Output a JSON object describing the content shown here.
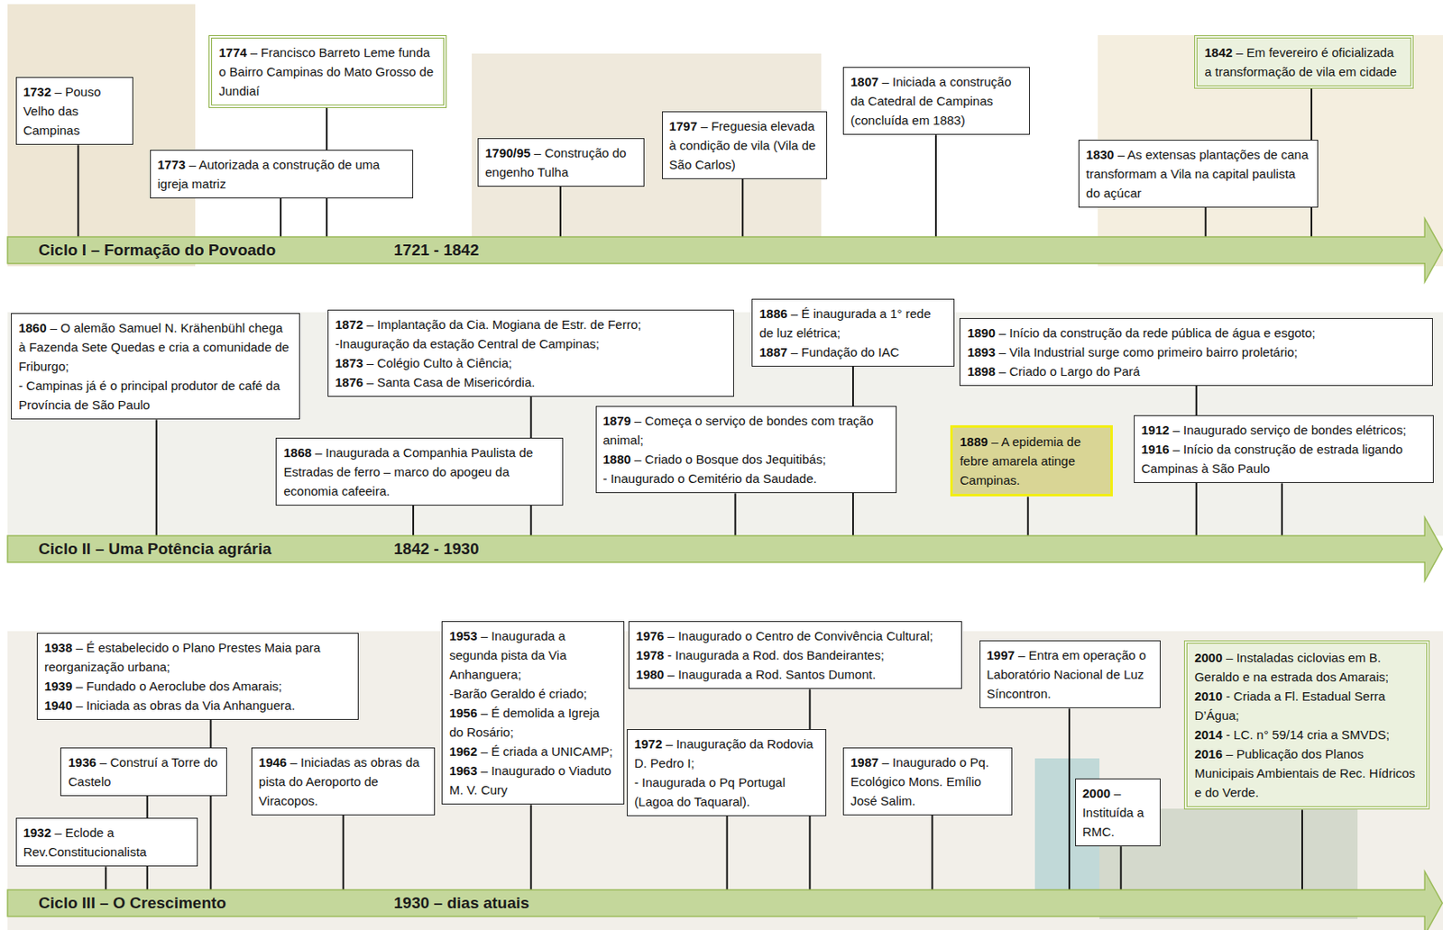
{
  "diagram": {
    "nodes": [
      {
        "text": [
          "1732 – Pouso Velho das Campinas"
        ]
      },
      {
        "text": [
          "1774 – Francisco Barreto Leme funda o Bairro Campinas do Mato Grosso de Jundiaí"
        ]
      },
      {
        "text": [
          "1773 – Autorizada a construção de uma igreja matriz"
        ]
      },
      {
        "text": [
          "1790/95 – Construção do engenho Tulha"
        ]
      },
      {
        "text": [
          "1797 – Freguesia elevada à condição de vila (Vila de São Carlos)"
        ]
      },
      {
        "text": [
          "1807 – Iniciada a construção da Catedral de Campinas (concluída em 1883)"
        ]
      },
      {
        "text": [
          "1830 – As extensas plantações de cana transformam a Vila na capital paulista do açúcar"
        ]
      },
      {
        "text": [
          "1842 – Em fevereiro é oficializada a transformação de vila em cidade"
        ]
      },
      {
        "text": [
          "Ciclo I – Formação do Povoado",
          "1721 - 1842"
        ]
      },
      {
        "text": [
          "1860 – O alemão Samuel N. Krähenbühl chega à Fazenda Sete Quedas e cria a comunidade de Friburgo;",
          "- Campinas já é o principal produtor de café da Província de São Paulo"
        ]
      },
      {
        "text": [
          "1872 – Implantação da Cia. Mogiana de Estr. de Ferro;",
          "-Inauguração da estação Central de Campinas;",
          "1873 – Colégio Culto à Ciência;",
          "1876 – Santa Casa de Misericórdia."
        ]
      },
      {
        "text": [
          "1868 – Inaugurada a Companhia Paulista de Estradas de ferro – marco do apogeu da economia cafeeira."
        ]
      },
      {
        "text": [
          "1886 – É inaugurada a 1° rede de luz elétrica;",
          "1887 – Fundação do IAC"
        ]
      },
      {
        "text": [
          "1879 – Começa o serviço de bondes com tração animal;",
          "1880 – Criado o Bosque dos Jequitibás;",
          "- Inaugurado o Cemitério da Saudade."
        ]
      },
      {
        "text": [
          "1889 – A epidemia de febre amarela atinge Campinas."
        ]
      },
      {
        "text": [
          "1890 – Início da construção da rede pública de água e esgoto;",
          "1893 – Vila Industrial surge como primeiro bairro proletário;",
          "1898 – Criado o Largo do Pará"
        ]
      },
      {
        "text": [
          "1912 – Inaugurado serviço de bondes elétricos;",
          "1916 – Início da construção de estrada ligando Campinas à São Paulo"
        ]
      },
      {
        "text": [
          "Ciclo II – Uma Potência agrária",
          "1842 - 1930"
        ]
      },
      {
        "text": [
          "1938 – É estabelecido o Plano Prestes Maia para reorganização urbana;",
          "1939 – Fundado o Aeroclube dos Amarais;",
          "1940 – Iniciada as obras da Via Anhanguera."
        ]
      },
      {
        "text": [
          "1936 – Construí a Torre do Castelo"
        ]
      },
      {
        "text": [
          "1932 – Eclode a Rev.Constitucionalista"
        ]
      },
      {
        "text": [
          "1946 – Iniciadas as obras da pista do Aeroporto de Viracopos."
        ]
      },
      {
        "text": [
          "1953 – Inaugurada a segunda pista da Via Anhanguera;",
          "-Barão Geraldo é criado;",
          "1956 – É demolida a Igreja do Rosário;",
          "1962 – É criada a UNICAMP;",
          "1963 – Inaugurado o Viaduto M. V. Cury"
        ]
      },
      {
        "text": [
          "1976 – Inaugurado o Centro de Convivência Cultural;",
          "1978 - Inaugurada a Rod. dos Bandeirantes;",
          "1980 – Inaugurada a Rod. Santos Dumont."
        ]
      },
      {
        "text": [
          "1972 – Inauguração da Rodovia D. Pedro I;",
          "- Inaugurada o Pq Portugal (Lagoa do Taquaral)."
        ]
      },
      {
        "text": [
          "1987 – Inaugurado o Pq. Ecológico Mons. Emílio José Salim."
        ]
      },
      {
        "text": [
          "1997 – Entra em operação o Laboratório Nacional de Luz Síncontron."
        ]
      },
      {
        "text": [
          "2000 – Instituída a RMC."
        ]
      },
      {
        "text": [
          "2000 – Instaladas ciclovias em B. Geraldo e na estrada dos Amarais;",
          "2010  - Criada a Fl. Estadual Serra D’Água;",
          "2014 - LC. n° 59/14 cria a SMVDS;",
          "2016 – Publicação dos Planos Municipais Ambientais de Rec. Hídricos e do Verde."
        ]
      },
      {
        "text": [
          "Ciclo III – O Crescimento",
          "1930 – dias atuais"
        ]
      }
    ],
    "edges": [
      {
        "from": 0,
        "to": 8,
        "arrow": "none"
      },
      {
        "from": 2,
        "to": 8,
        "arrow": "none"
      },
      {
        "from": 1,
        "to": 8,
        "arrow": "none"
      },
      {
        "from": 3,
        "to": 8,
        "arrow": "none"
      },
      {
        "from": 4,
        "to": 8,
        "arrow": "none"
      },
      {
        "from": 5,
        "to": 8,
        "arrow": "none"
      },
      {
        "from": 6,
        "to": 8,
        "arrow": "none"
      },
      {
        "from": 7,
        "to": 8,
        "arrow": "none"
      },
      {
        "from": 9,
        "to": 17,
        "arrow": "none"
      },
      {
        "from": 11,
        "to": 17,
        "arrow": "none"
      },
      {
        "from": 10,
        "to": 17,
        "arrow": "none"
      },
      {
        "from": 13,
        "to": 17,
        "arrow": "none"
      },
      {
        "from": 12,
        "to": 17,
        "arrow": "none"
      },
      {
        "from": 14,
        "to": 17,
        "arrow": "none"
      },
      {
        "from": 15,
        "to": 17,
        "arrow": "none"
      },
      {
        "from": 16,
        "to": 17,
        "arrow": "none"
      },
      {
        "from": 20,
        "to": 29,
        "arrow": "none"
      },
      {
        "from": 19,
        "to": 29,
        "arrow": "none"
      },
      {
        "from": 18,
        "to": 29,
        "arrow": "none"
      },
      {
        "from": 21,
        "to": 29,
        "arrow": "none"
      },
      {
        "from": 22,
        "to": 29,
        "arrow": "none"
      },
      {
        "from": 24,
        "to": 29,
        "arrow": "none"
      },
      {
        "from": 23,
        "to": 29,
        "arrow": "none"
      },
      {
        "from": 25,
        "to": 29,
        "arrow": "none"
      },
      {
        "from": 26,
        "to": 29,
        "arrow": "none"
      },
      {
        "from": 27,
        "to": 29,
        "arrow": "none"
      },
      {
        "from": 28,
        "to": 29,
        "arrow": "none"
      }
    ]
  }
}
